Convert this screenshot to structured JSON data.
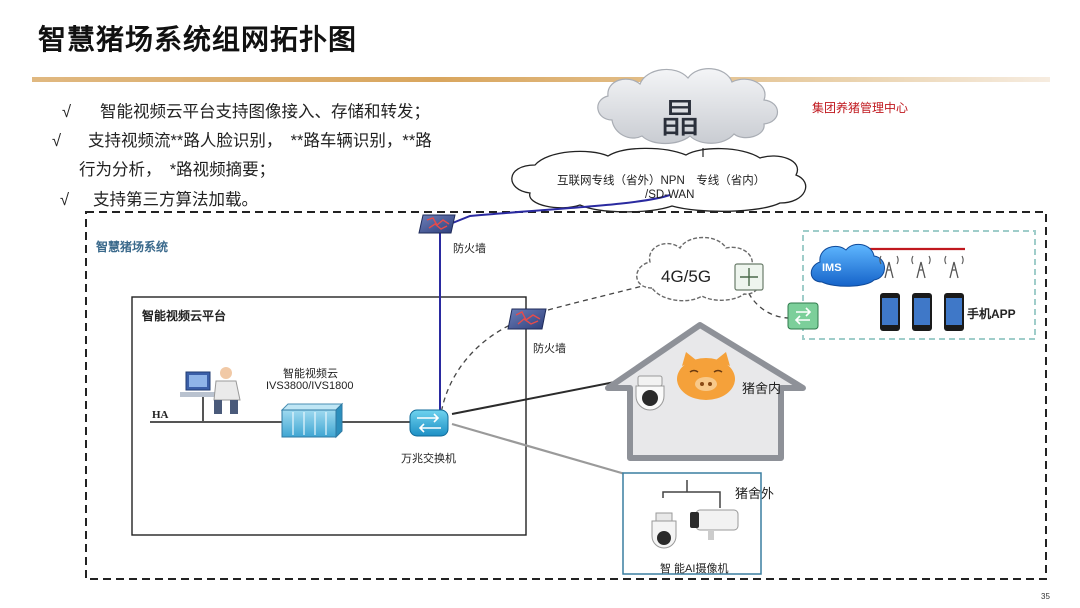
{
  "title": "智慧猪场系统组网拓扑图",
  "bullets": {
    "check": "√",
    "b1": "智能视频云平台支持图像接入、存储和转发；",
    "b2": "支持视频流**路人脸识别，　**路车辆识别，**路",
    "b2_cont": "行为分析，　*路视频摘要；",
    "b3": "支持第三方算法加载。"
  },
  "cloud": {
    "glyph": "晶",
    "center_label": "集团养猪管理中心",
    "wan_line1": "互联网专线（省外）NPN　专线（省内）",
    "wan_line2": "/SD-WAN"
  },
  "system": {
    "title": "智慧猪场系统",
    "platform_title": "智能视频云平台",
    "video_cloud_name": "智能视频云",
    "video_cloud_model": "IVS3800/IVS1800",
    "ha": "HA",
    "switch": "万兆交换机",
    "firewall_top": "防火墙",
    "firewall_mid": "防火墙",
    "network_cloud": "4G/5G",
    "ims": "IMS",
    "mobile_app": "手机APP",
    "pigsty_inside": "猪舍内",
    "pigsty_outside": "猪舍外",
    "ai_camera": "智 能AI摄像机"
  },
  "page_number": "35",
  "colors": {
    "accent_red": "#c0181e",
    "link_blue": "#2a2aa0",
    "teal_frame": "#9fcdca",
    "house_gray": "#8e9198",
    "house_fill": "#e8e8ea",
    "title_rule": "#d9a65e"
  }
}
